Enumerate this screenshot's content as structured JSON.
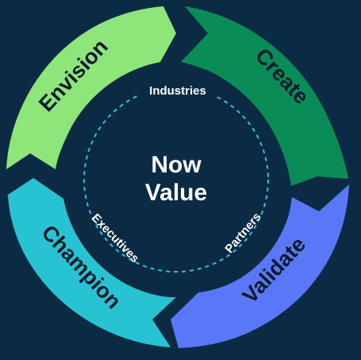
{
  "colors": {
    "background": "#0b2b45",
    "envision": "#8ee57a",
    "create": "#0a8c57",
    "validate": "#5a77f8",
    "champion": "#27c3d3",
    "dashed_ring": "#2fc3d0"
  },
  "segments": {
    "envision": "Envision",
    "create": "Create",
    "validate": "Validate",
    "champion": "Champion"
  },
  "center": {
    "line1": "Now",
    "line2": "Value"
  },
  "ring_labels": {
    "industries": "Industries",
    "partners": "Partners",
    "executives": "Executives"
  }
}
